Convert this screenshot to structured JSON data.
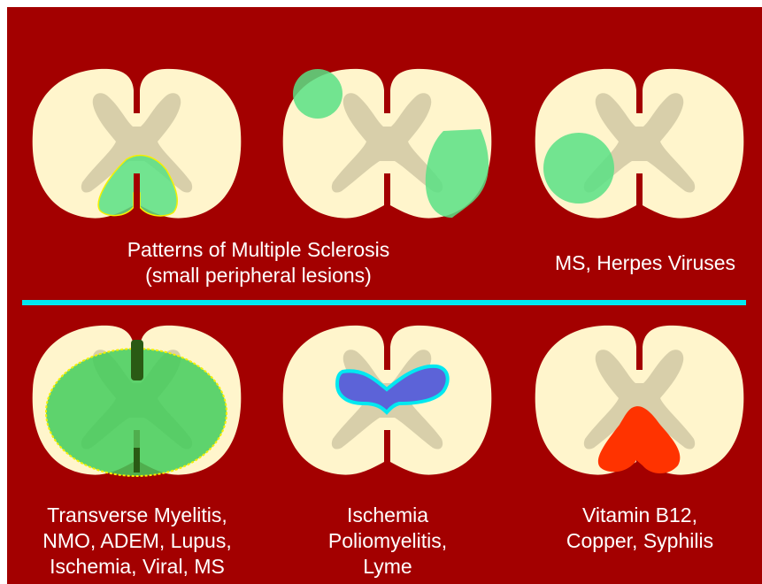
{
  "colors": {
    "background": "#a30000",
    "white_matter": "#fff5cc",
    "gray_matter": "#d8cfaa",
    "lesion_green": "#59e085",
    "lesion_blue": "#5c63d8",
    "lesion_red": "#ff3300",
    "divider": "#00e8f0"
  },
  "panels": [
    {
      "id": "ms-dorsal-column",
      "lesion": "green-dorsal-columns"
    },
    {
      "id": "ms-peripheral",
      "lesion": "green-peripheral-patches"
    },
    {
      "id": "ms-herpes-lateral",
      "lesion": "green-lateral-circle"
    },
    {
      "id": "transverse-myelitis",
      "lesion": "green-entire-cord"
    },
    {
      "id": "ischemia-polio",
      "lesion": "blue-anterior-horns"
    },
    {
      "id": "b12-copper",
      "lesion": "red-posterior-columns"
    }
  ],
  "captions": {
    "ms_patterns": [
      "Patterns of Multiple Sclerosis",
      "(small peripheral lesions)"
    ],
    "ms_herpes": [
      "MS, Herpes Viruses"
    ],
    "transverse": [
      "Transverse Myelitis,",
      "NMO, ADEM, Lupus,",
      "Ischemia, Viral, MS"
    ],
    "ischemia": [
      "Ischemia",
      "Poliomyelitis,",
      "Lyme"
    ],
    "b12": [
      "Vitamin B12,",
      "Copper, Syphilis"
    ]
  }
}
